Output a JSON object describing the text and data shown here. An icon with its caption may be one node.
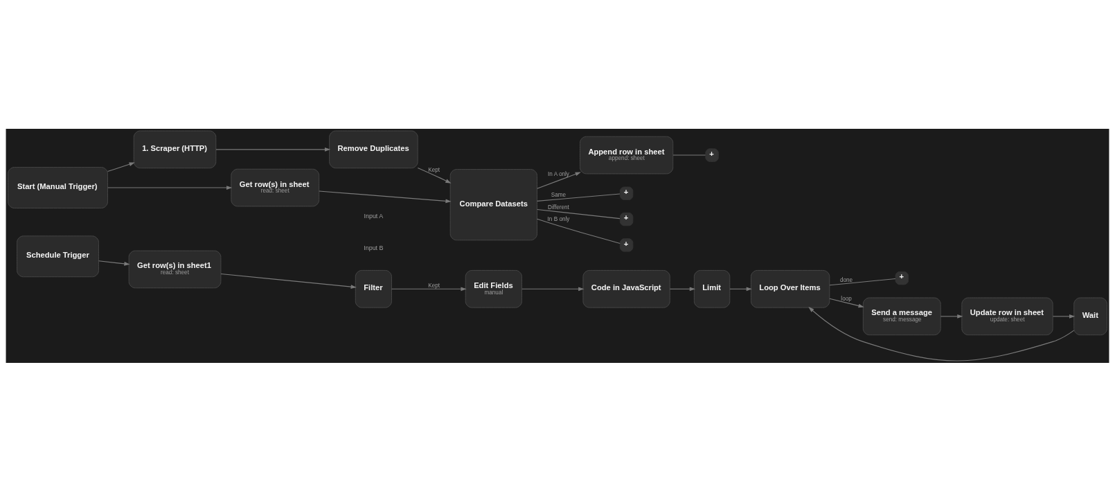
{
  "diagram": {
    "nodes": [
      {
        "text": [
          "Start (Manual Trigger)"
        ]
      },
      {
        "text": [
          "1. Scraper (HTTP)"
        ]
      },
      {
        "text": [
          "Remove Duplicates"
        ]
      },
      {
        "text": [
          "Get row(s) in sheet",
          "read: sheet"
        ]
      },
      {
        "text": [
          "Compare Datasets"
        ]
      },
      {
        "text": [
          "Append row in sheet",
          "append: sheet"
        ]
      },
      {
        "text": [
          "+"
        ]
      },
      {
        "text": [
          "+"
        ]
      },
      {
        "text": [
          "+"
        ]
      },
      {
        "text": [
          "+"
        ]
      },
      {
        "text": [
          "Schedule Trigger"
        ]
      },
      {
        "text": [
          "Get row(s) in sheet1",
          "read: sheet"
        ]
      },
      {
        "text": [
          "Filter"
        ]
      },
      {
        "text": [
          "Edit Fields",
          "manual"
        ]
      },
      {
        "text": [
          "Code in JavaScript"
        ]
      },
      {
        "text": [
          "Limit"
        ]
      },
      {
        "text": [
          "Loop Over Items"
        ]
      },
      {
        "text": [
          "+"
        ]
      },
      {
        "text": [
          "Send a message",
          "send: message"
        ]
      },
      {
        "text": [
          "Update row in sheet",
          "update: sheet"
        ]
      },
      {
        "text": [
          "Wait"
        ]
      }
    ],
    "edges": [
      {
        "from": 0,
        "to": 1,
        "arrow": "to"
      },
      {
        "from": 0,
        "to": 3,
        "arrow": "to"
      },
      {
        "from": 1,
        "to": 2,
        "arrow": "to"
      },
      {
        "from": 2,
        "to": 4,
        "arrow": "to",
        "label": "Kept"
      },
      {
        "from": 3,
        "to": 4,
        "arrow": "to"
      },
      {
        "from": 4,
        "to": 5,
        "arrow": "to",
        "label": "In A only"
      },
      {
        "from": 4,
        "to": 6,
        "arrow": "none",
        "label": "Same"
      },
      {
        "from": 4,
        "to": 7,
        "arrow": "none",
        "label": "Different"
      },
      {
        "from": 4,
        "to": 8,
        "arrow": "none",
        "label": "In B only"
      },
      {
        "from": 5,
        "to": 9,
        "arrow": "none"
      },
      {
        "from": 10,
        "to": 11,
        "arrow": "to"
      },
      {
        "from": 11,
        "to": 12,
        "arrow": "to"
      },
      {
        "from": 12,
        "to": 13,
        "arrow": "to",
        "label": "Kept"
      },
      {
        "from": 13,
        "to": 14,
        "arrow": "to"
      },
      {
        "from": 14,
        "to": 15,
        "arrow": "to"
      },
      {
        "from": 15,
        "to": 16,
        "arrow": "to"
      },
      {
        "from": 16,
        "to": 17,
        "arrow": "none",
        "label": "done"
      },
      {
        "from": 16,
        "to": 18,
        "arrow": "to",
        "label": "loop"
      },
      {
        "from": 18,
        "to": 19,
        "arrow": "to"
      },
      {
        "from": 19,
        "to": 20,
        "arrow": "to"
      },
      {
        "from": 20,
        "to": 16,
        "arrow": "to"
      }
    ],
    "labels": [
      "Input A",
      "Input B"
    ]
  }
}
